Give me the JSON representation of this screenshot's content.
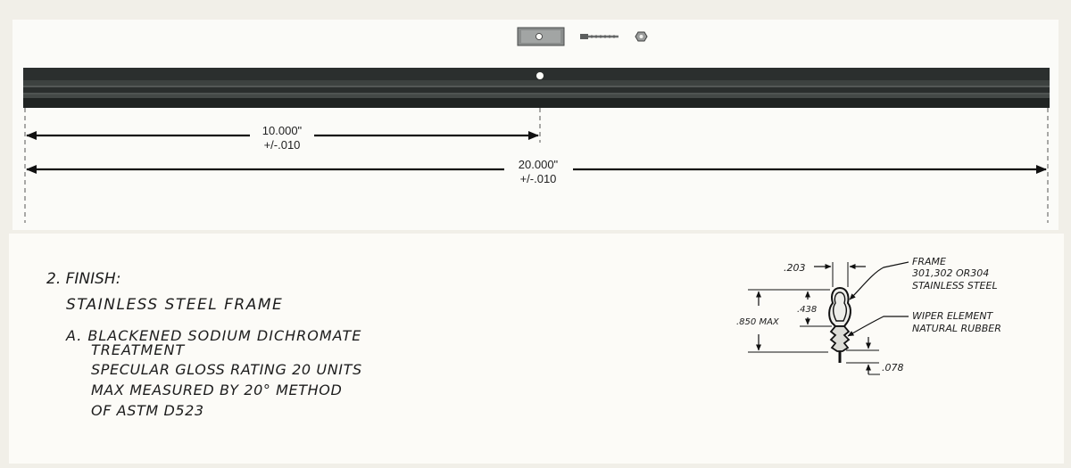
{
  "dimensions": {
    "half_length": "10.000\"",
    "half_tolerance": "+/-.010",
    "full_length": "20.000\"",
    "full_tolerance": "+/-.010"
  },
  "finish_notes": {
    "heading": "2. FINISH:",
    "frame": "STAINLESS  STEEL  FRAME",
    "item_a_line1": "A. BLACKENED SODIUM DICHROMATE",
    "item_a_line2": "TREATMENT",
    "item_a_line3": "SPECULAR GLOSS RATING 20 UNITS",
    "item_a_line4": "MAX MEASURED BY 20° METHOD",
    "item_a_line5": "OF ASTM D523"
  },
  "cross_section": {
    "width_label": ".203",
    "overall_height_label": ".850 MAX",
    "frame_height_label": ".438",
    "lip_label": ".078",
    "frame_callout_line1": "FRAME",
    "frame_callout_line2": "301,302  OR304",
    "frame_callout_line3": "STAINLESS STEEL",
    "element_callout_line1": "WIPER ELEMENT",
    "element_callout_line2": "NATURAL RUBBER"
  }
}
